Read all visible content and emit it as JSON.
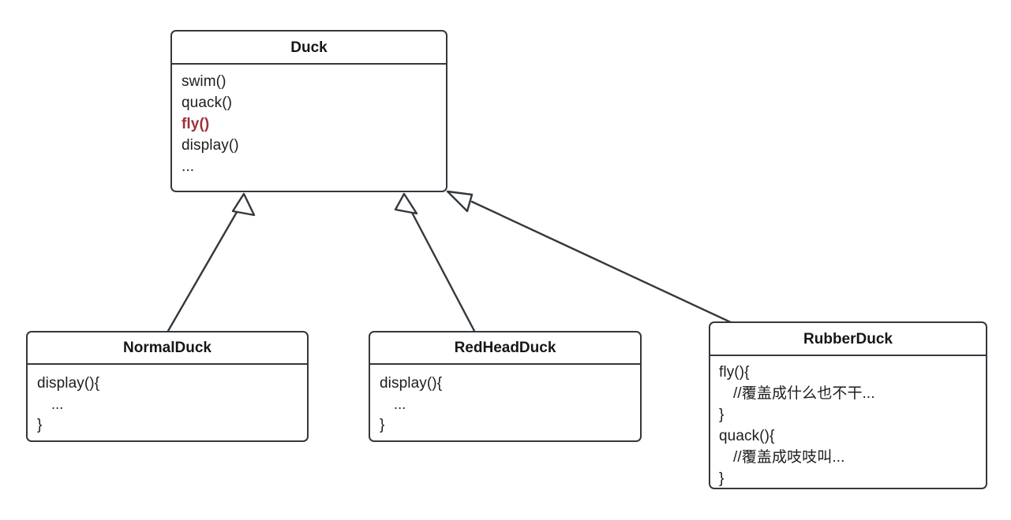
{
  "diagram": {
    "type": "uml-class-diagram",
    "title": "Duck class hierarchy",
    "background_color": "#ffffff",
    "line_color": "#33383d",
    "text_color": "#1d1d1d",
    "accent_color": "#9e3039"
  },
  "classes": {
    "duck": {
      "name": "Duck",
      "members": [
        {
          "text": "swim()",
          "accent": false,
          "indent": false
        },
        {
          "text": "quack()",
          "accent": false,
          "indent": false
        },
        {
          "text": "fly()",
          "accent": true,
          "indent": false
        },
        {
          "text": "display()",
          "accent": false,
          "indent": false
        },
        {
          "text": "...",
          "accent": false,
          "indent": false
        }
      ]
    },
    "normalduck": {
      "name": "NormalDuck",
      "members": [
        {
          "text": "display(){",
          "accent": false,
          "indent": false
        },
        {
          "text": "...",
          "accent": false,
          "indent": true
        },
        {
          "text": "}",
          "accent": false,
          "indent": false
        }
      ]
    },
    "redheadduck": {
      "name": "RedHeadDuck",
      "members": [
        {
          "text": "display(){",
          "accent": false,
          "indent": false
        },
        {
          "text": "...",
          "accent": false,
          "indent": true
        },
        {
          "text": "}",
          "accent": false,
          "indent": false
        }
      ]
    },
    "rubberduck": {
      "name": "RubberDuck",
      "members": [
        {
          "text": "fly(){",
          "accent": false,
          "indent": false
        },
        {
          "text": "//覆盖成什么也不干...",
          "accent": false,
          "indent": true
        },
        {
          "text": "}",
          "accent": false,
          "indent": false
        },
        {
          "text": "quack(){",
          "accent": false,
          "indent": false
        },
        {
          "text": "//覆盖成吱吱叫...",
          "accent": false,
          "indent": true
        },
        {
          "text": "}",
          "accent": false,
          "indent": false
        }
      ]
    }
  },
  "relations": [
    {
      "id": "normalduck-to-duck",
      "kind": "generalization",
      "from": "NormalDuck",
      "to": "Duck"
    },
    {
      "id": "redheadduck-to-duck",
      "kind": "generalization",
      "from": "RedHeadDuck",
      "to": "Duck"
    },
    {
      "id": "rubberduck-to-duck",
      "kind": "generalization",
      "from": "RubberDuck",
      "to": "Duck"
    }
  ]
}
